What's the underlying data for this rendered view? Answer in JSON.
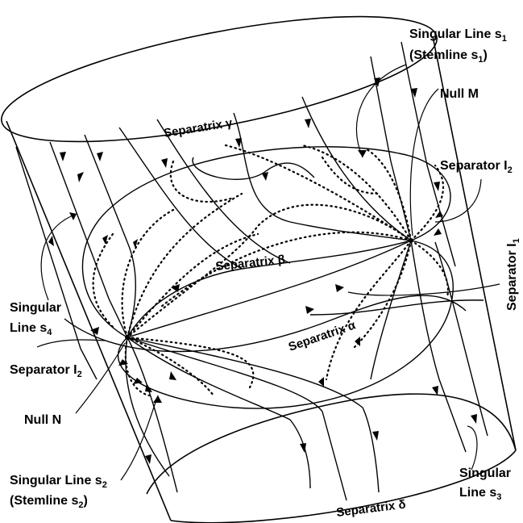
{
  "labels": {
    "s1_line1": "Singular Line s",
    "s1_sub1": "1",
    "s1_line2": "(Stemline s",
    "s1_sub2": "1",
    "s1_close": ")",
    "null_m": "Null M",
    "separator_i2_top": "Separator I",
    "separator_i2_top_sub": "2",
    "separator_i1": "Separator I",
    "separator_i1_sub": "1",
    "s4_line1": "Singular",
    "s4_line2": "Line s",
    "s4_sub": "4",
    "separator_i2_left": "Separator I",
    "separator_i2_left_sub": "2",
    "null_n": "Null N",
    "s2_line1": "Singular Line s",
    "s2_sub1": "2",
    "s2_line2": "(Stemline s",
    "s2_sub2": "2",
    "s2_close": ")",
    "s3_line1": "Singular",
    "s3_line2": "Line s",
    "s3_sub": "3",
    "sep_gamma": "Separatrix γ",
    "sep_beta": "Separatrix β",
    "sep_alpha": "Separatrix α",
    "sep_delta": "Separatrix δ"
  }
}
